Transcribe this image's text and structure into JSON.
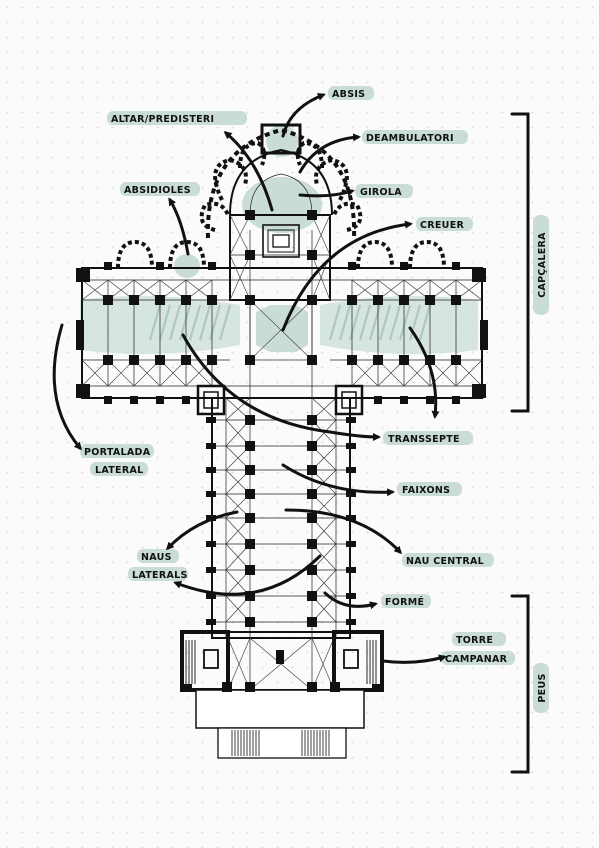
{
  "labels": {
    "absis": "ABSIS",
    "altar": "ALTAR/PREDISTERI",
    "deambulatori": "DEAMBULATORI",
    "absidioles": "ABSIDIOLES",
    "girola": "GIROLA",
    "creuer": "CREUER",
    "portalada_line1": "PORTALADA",
    "portalada_line2": "LATERAL",
    "transsepte": "TRANSSEPTE",
    "faixons": "FAIXONS",
    "naus_line1": "NAUS",
    "naus_line2": "LATERALS",
    "nau_central": "NAU CENTRAL",
    "forme": "FORMÉ",
    "torre_line1": "TORRE",
    "torre_line2": "CAMPANAR",
    "capcalera": "CAPÇALERA",
    "peus": "PEUS"
  },
  "colors": {
    "highlight": "#c9ddd6",
    "ink": "#111111",
    "paper": "#fbfbfb"
  }
}
